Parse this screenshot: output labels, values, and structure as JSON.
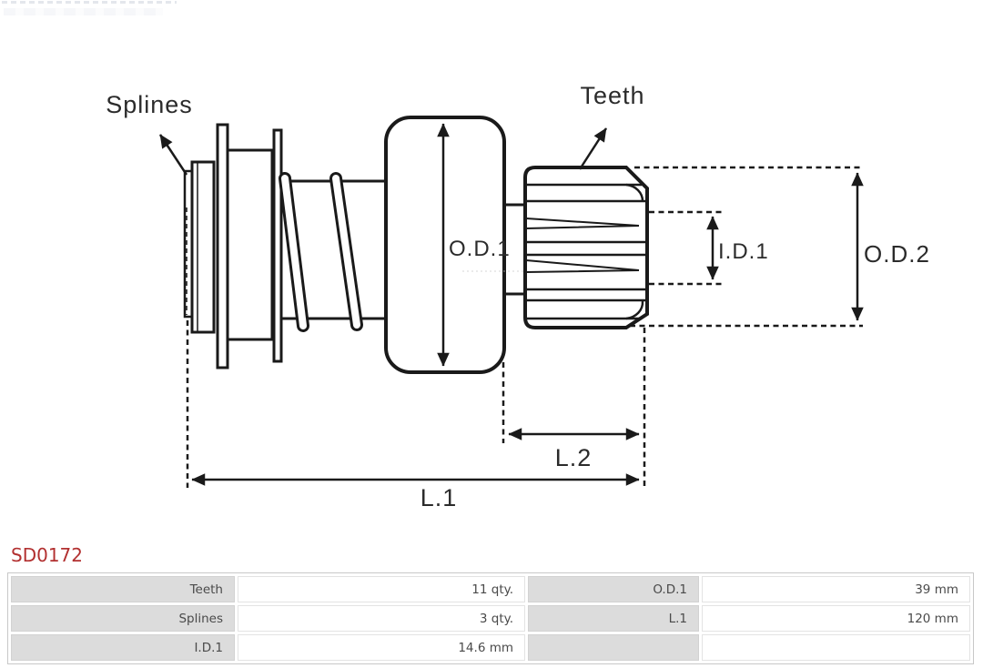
{
  "part": {
    "code": "SD0172"
  },
  "colors": {
    "accent_red": "#b23030",
    "drawing_stroke": "#1a1a1a",
    "table_label_bg": "#dcdcdc",
    "table_border": "#c8c8c8",
    "table_text": "#4a4a4a"
  },
  "diagram": {
    "labels": {
      "splines": "Splines",
      "teeth": "Teeth",
      "od1": "O.D.1",
      "id1": "I.D.1",
      "od2": "O.D.2",
      "l2": "L.2",
      "l1": "L.1"
    }
  },
  "spec_table": {
    "rows": [
      [
        "Teeth",
        "11 qty.",
        "O.D.1",
        "39 mm"
      ],
      [
        "Splines",
        "3 qty.",
        "L.1",
        "120 mm"
      ],
      [
        "I.D.1",
        "14.6 mm",
        "",
        ""
      ]
    ]
  }
}
